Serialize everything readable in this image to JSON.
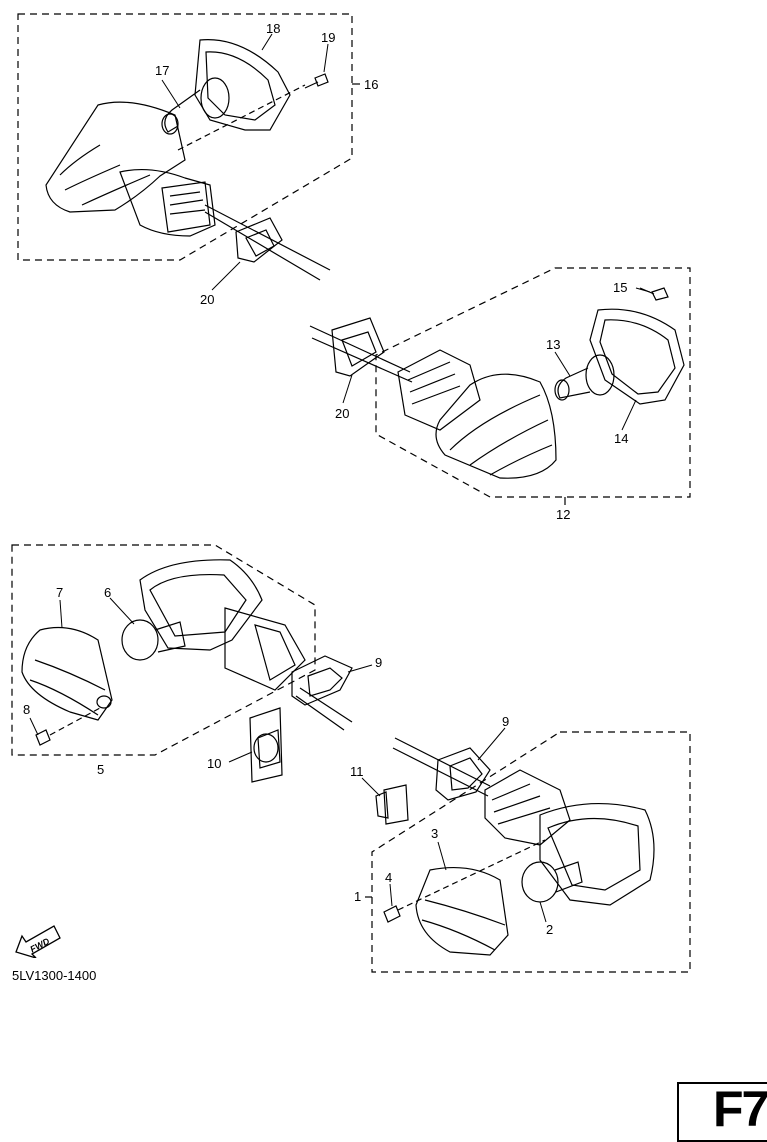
{
  "diagram_code": "5LV1300-1400",
  "page_label": "F7",
  "fwd_label": "FWD",
  "callouts": {
    "c1": "1",
    "c2": "2",
    "c3": "3",
    "c4": "4",
    "c5": "5",
    "c6": "6",
    "c7": "7",
    "c8": "8",
    "c9a": "9",
    "c9b": "9",
    "c10": "10",
    "c11": "11",
    "c12": "12",
    "c13": "13",
    "c14": "14",
    "c15": "15",
    "c16": "16",
    "c17": "17",
    "c18": "18",
    "c19": "19",
    "c20a": "20",
    "c20b": "20"
  }
}
